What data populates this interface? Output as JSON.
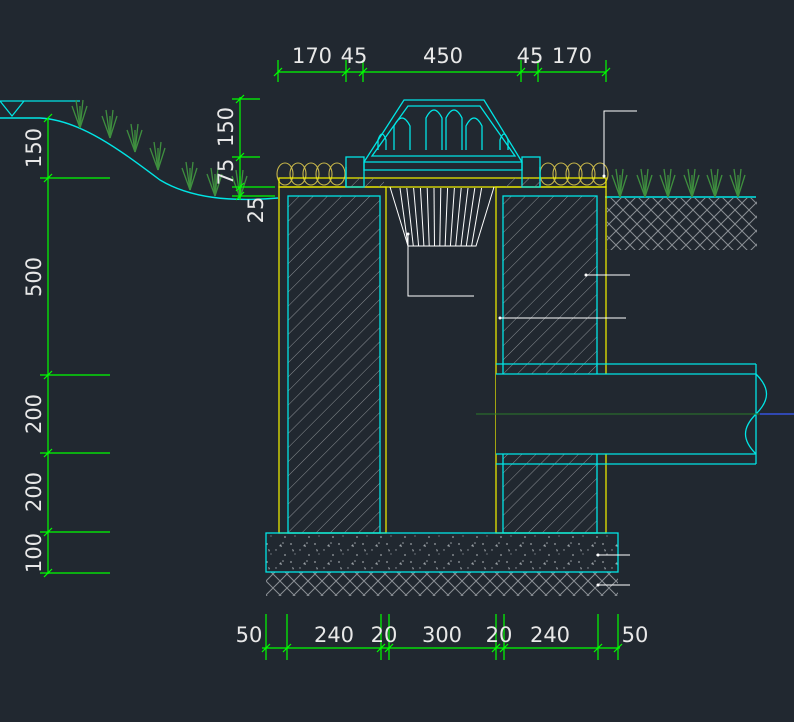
{
  "drawing": {
    "background": "#212830",
    "colors": {
      "dimension": "#00ff00",
      "outline_cyan": "#00e5e5",
      "wall_yellow": "#e8e800",
      "text": "#e8e8e8",
      "hatch": "#8a8f94",
      "grass": "#3f8f3f",
      "leader": "#ffffff",
      "axis_blue": "#3a5cff"
    },
    "top_dims": [
      "170",
      "45",
      "450",
      "45",
      "170"
    ],
    "bottom_dims": [
      "50",
      "240",
      "20",
      "300",
      "20",
      "240",
      "50"
    ],
    "left_dims": [
      "150",
      "500",
      "200",
      "200",
      "100"
    ],
    "grate_dims": [
      "150",
      "75",
      "25"
    ]
  }
}
